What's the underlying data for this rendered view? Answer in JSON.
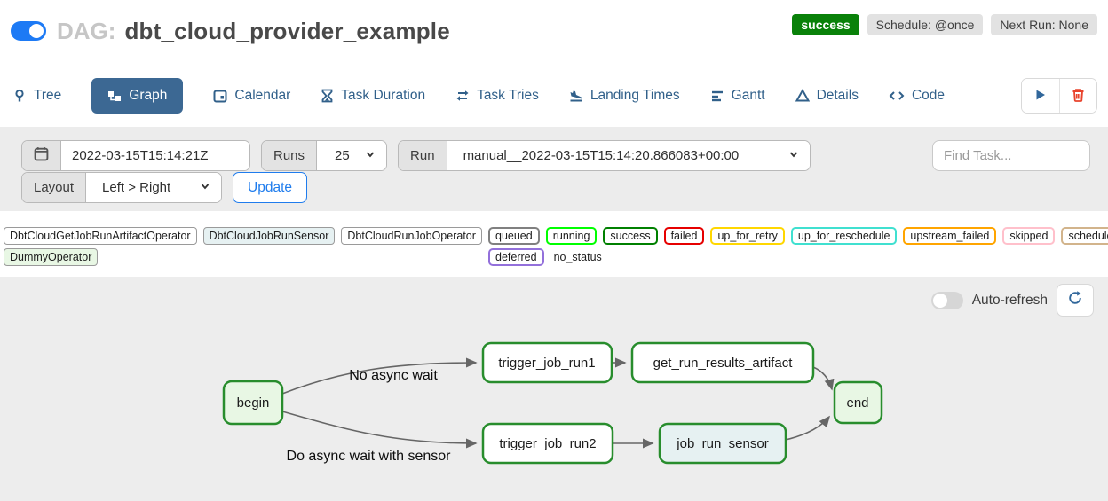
{
  "header": {
    "dag_prefix": "DAG:",
    "dag_title": "dbt_cloud_provider_example",
    "status_badge": "success",
    "schedule_badge": "Schedule: @once",
    "next_run_badge": "Next Run: None"
  },
  "tabs": [
    {
      "label": "Tree"
    },
    {
      "label": "Graph",
      "active": true
    },
    {
      "label": "Calendar"
    },
    {
      "label": "Task Duration"
    },
    {
      "label": "Task Tries"
    },
    {
      "label": "Landing Times"
    },
    {
      "label": "Gantt"
    },
    {
      "label": "Details"
    },
    {
      "label": "Code"
    }
  ],
  "filters": {
    "base_date_value": "2022-03-15T15:14:21Z",
    "runs_label": "Runs",
    "runs_value": "25",
    "run_label": "Run",
    "run_value": "manual__2022-03-15T15:14:20.866083+00:00",
    "find_task_placeholder": "Find Task...",
    "layout_label": "Layout",
    "layout_value": "Left > Right",
    "update_label": "Update"
  },
  "legend": {
    "operators": [
      {
        "label": "DbtCloudGetJobRunArtifactOperator",
        "fill": "#ffffff"
      },
      {
        "label": "DbtCloudJobRunSensor",
        "fill": "#e6f1f2"
      },
      {
        "label": "DbtCloudRunJobOperator",
        "fill": "#ffffff"
      },
      {
        "label": "DummyOperator",
        "fill": "#e8f7e4"
      }
    ],
    "statuses": [
      {
        "label": "queued",
        "border": "#808080"
      },
      {
        "label": "running",
        "border": "#00ff00"
      },
      {
        "label": "success",
        "border": "#008000"
      },
      {
        "label": "failed",
        "border": "#e60000"
      },
      {
        "label": "up_for_retry",
        "border": "#ffd700"
      },
      {
        "label": "up_for_reschedule",
        "border": "#40e0d0"
      },
      {
        "label": "upstream_failed",
        "border": "#ffa500"
      },
      {
        "label": "skipped",
        "border": "#ffc0cb"
      },
      {
        "label": "scheduled",
        "border": "#d2b48c"
      },
      {
        "label": "deferred",
        "border": "#9370db"
      },
      {
        "label": "no_status",
        "border": "transparent"
      }
    ]
  },
  "graph": {
    "auto_refresh_label": "Auto-refresh",
    "nodes": [
      {
        "id": "begin",
        "label": "begin",
        "fill": "#e8f7e4"
      },
      {
        "id": "trigger_job_run1",
        "label": "trigger_job_run1",
        "fill": "#ffffff"
      },
      {
        "id": "get_run_results_artifact",
        "label": "get_run_results_artifact",
        "fill": "#ffffff"
      },
      {
        "id": "trigger_job_run2",
        "label": "trigger_job_run2",
        "fill": "#ffffff"
      },
      {
        "id": "job_run_sensor",
        "label": "job_run_sensor",
        "fill": "#e6f1f2"
      },
      {
        "id": "end",
        "label": "end",
        "fill": "#e8f7e4"
      }
    ],
    "edge_labels": [
      {
        "text": "No async wait"
      },
      {
        "text": "Do async wait with sensor"
      }
    ]
  },
  "colors": {
    "toggle_on": "#1d7af5",
    "success_green": "#098109",
    "tab_active_bg": "#3c6893",
    "update_blue": "#1f7ced",
    "node_border": "#288d2d",
    "edge_gray": "#666666"
  }
}
